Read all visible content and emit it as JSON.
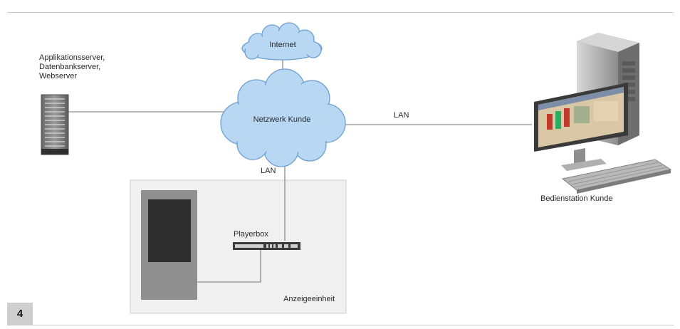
{
  "figure_number": "4",
  "nodes": {
    "internet": "Internet",
    "network": "Netzwerk Kunde",
    "servers": [
      "Applikationsserver,",
      "Datenbankserver,",
      "Webserver"
    ],
    "workstation": "Bedienstation Kunde",
    "playerbox": "Playerbox",
    "display_unit": "Anzeigeeinheit"
  },
  "links": {
    "lan_right": "LAN",
    "lan_down": "LAN"
  },
  "colors": {
    "cloud_fill": "#b8d7f3",
    "cloud_stroke": "#6e9fcf",
    "line": "#8c8c8c",
    "display_box": "#f0f0f0",
    "badge": "#cfcfcf"
  }
}
